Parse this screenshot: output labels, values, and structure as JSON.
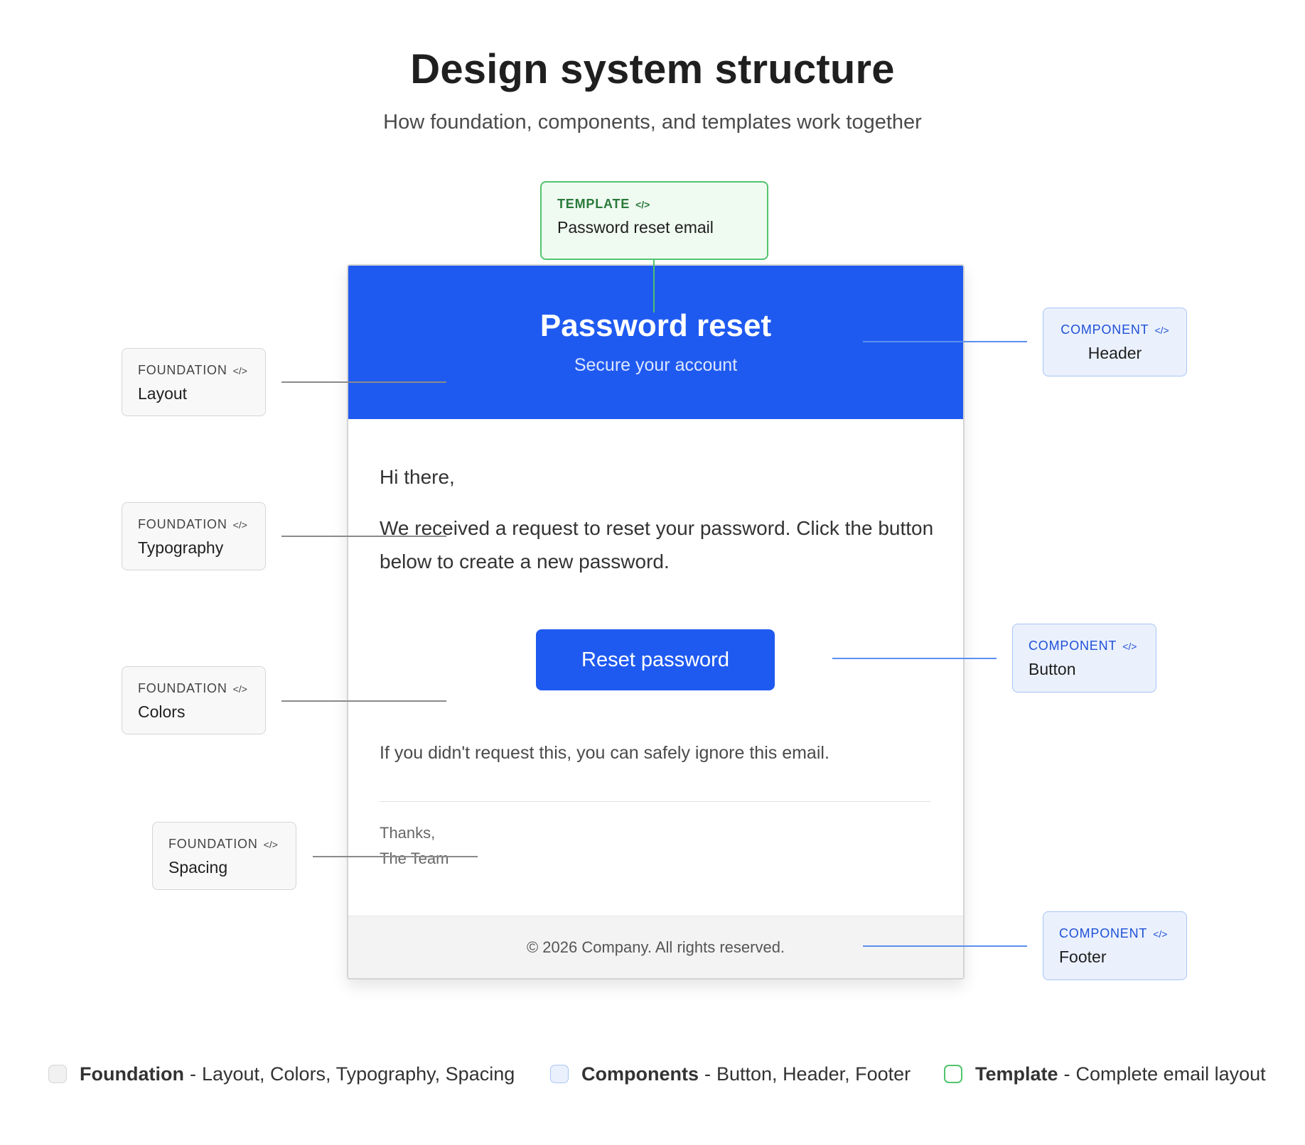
{
  "title": "Design system structure",
  "subtitle": "How foundation, components, and templates work together",
  "email": {
    "header_title": "Password reset",
    "header_subtitle": "Secure your account",
    "greeting": "Hi there,",
    "body": "We received a request to reset your password. Click the button below to create a new password.",
    "button_label": "Reset password",
    "ignore_note": "If you didn't request this, you can safely ignore this email.",
    "signoff": "Thanks,",
    "signature": "The Team",
    "footer": "© 2026 Company. All rights reserved."
  },
  "code_glyph": "</>",
  "callouts": {
    "template": {
      "kind": "TEMPLATE",
      "name": "Password reset email"
    },
    "foundation_layout": {
      "kind": "FOUNDATION",
      "name": "Layout"
    },
    "foundation_typography": {
      "kind": "FOUNDATION",
      "name": "Typography"
    },
    "foundation_colors": {
      "kind": "FOUNDATION",
      "name": "Colors"
    },
    "foundation_spacing": {
      "kind": "FOUNDATION",
      "name": "Spacing"
    },
    "component_header": {
      "kind": "COMPONENT",
      "name": "Header"
    },
    "component_button": {
      "kind": "COMPONENT",
      "name": "Button"
    },
    "component_footer": {
      "kind": "COMPONENT",
      "name": "Footer"
    }
  },
  "legend": {
    "separator": "-",
    "foundation": {
      "name": "Foundation",
      "desc": "Layout, Colors, Typography, Spacing"
    },
    "components": {
      "name": "Components",
      "desc": "Button, Header, Footer"
    },
    "template": {
      "name": "Template",
      "desc": "Complete email layout"
    }
  },
  "colors": {
    "brand_blue": "#1f5af0",
    "component_blue": "#1f4fd6",
    "template_green": "#52c46e",
    "foundation_gray": "#d6d6d6"
  }
}
